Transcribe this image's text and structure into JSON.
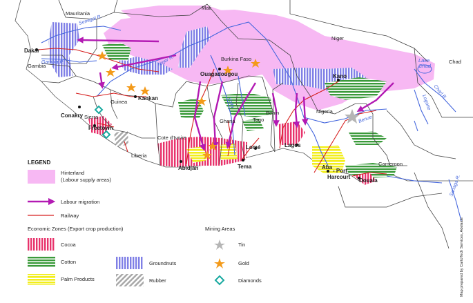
{
  "places": {
    "mauritania": "Mauritania",
    "mali": "Mali",
    "niger": "Niger",
    "chad": "Chad",
    "burkina": "Burkina Faso",
    "gambia": "Gambia",
    "guinea": "Guinea",
    "sierra": "Sierra",
    "cote": "Cote d'Ivoire",
    "liberia": "Liberia",
    "ghana": "Ghana",
    "togo": "Togo",
    "benin": "Benin",
    "nigeria": "Nigeria",
    "cameroon": "Cameroon",
    "lake_chad": "Lake\nChad"
  },
  "cities": {
    "dakar": "Dakar",
    "conakry": "Conakry",
    "freetown": "Freetown",
    "kankan": "Kankan",
    "ouagadougou": "Ouagadougou",
    "kano": "Kano",
    "abidjan": "Abidjan",
    "tema": "Tema",
    "lome": "Lomé",
    "lagos": "Lagos",
    "port_harcourt_a": "- Port",
    "port_harcourt_b": "Harcourt",
    "douala": "Douala",
    "aba": "Aba"
  },
  "rivers": {
    "senegal": "Senegal R.",
    "gambia_r": "Gambia R.",
    "niger_r": "Niger R.",
    "volta": "Volta",
    "benue": "Benue",
    "chari": "Chari R.",
    "logone": "Logone",
    "sanaga": "Sanaga R."
  },
  "legend": {
    "title": "LEGEND",
    "hinterland_a": "Hinterland",
    "hinterland_b": "(Labour supply areas)",
    "migration": "Labour migration",
    "railway": "Railway",
    "zones_title": "Economic Zones (Export crop production)",
    "cocoa": "Cocoa",
    "cotton": "Cotton",
    "palm": "Palm Products",
    "groundnuts": "Groundnuts",
    "rubber": "Rubber",
    "mining_title": "Mining Areas",
    "tin": "Tin",
    "gold": "Gold",
    "diamonds": "Diamonds"
  },
  "credit": "Map prepared by CartoTech Services, Adelaide",
  "colors": {
    "hinterland": "#f7b8f3",
    "migration": "#b31ab3",
    "railway": "#d61f1f",
    "cocoa": "#e8336c",
    "cotton": "#3a9a3a",
    "palm": "#f2ee1a",
    "groundnuts": "#7f7fe6",
    "rubber": "#a8a8a8",
    "gold": "#f39a1a",
    "tin": "#b5b5b5",
    "diamonds": "#18a9a0",
    "river": "#4466dd",
    "border": "#444444"
  }
}
